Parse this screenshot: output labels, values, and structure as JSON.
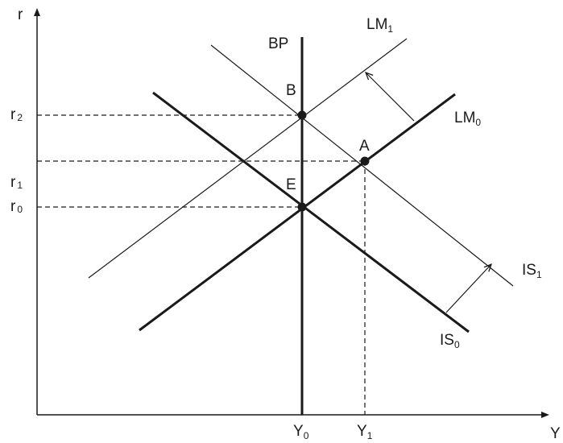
{
  "axes": {
    "y_label": "r",
    "x_label": "Y"
  },
  "curves": {
    "bp": "BP",
    "lm1_main": "LM",
    "lm1_sub": "1",
    "lm0_main": "LM",
    "lm0_sub": "0",
    "is1_main": "IS",
    "is1_sub": "1",
    "is0_main": "IS",
    "is0_sub": "0"
  },
  "points": {
    "a": "A",
    "b": "B",
    "e": "E"
  },
  "ticks": {
    "r2_main": "r",
    "r2_sub": "2",
    "r1_main": "r",
    "r1_sub": "1",
    "r0_main": "r",
    "r0_sub": "0",
    "y0_main": "Y",
    "y0_sub": "0",
    "y1_main": "Y",
    "y1_sub": "1"
  }
}
